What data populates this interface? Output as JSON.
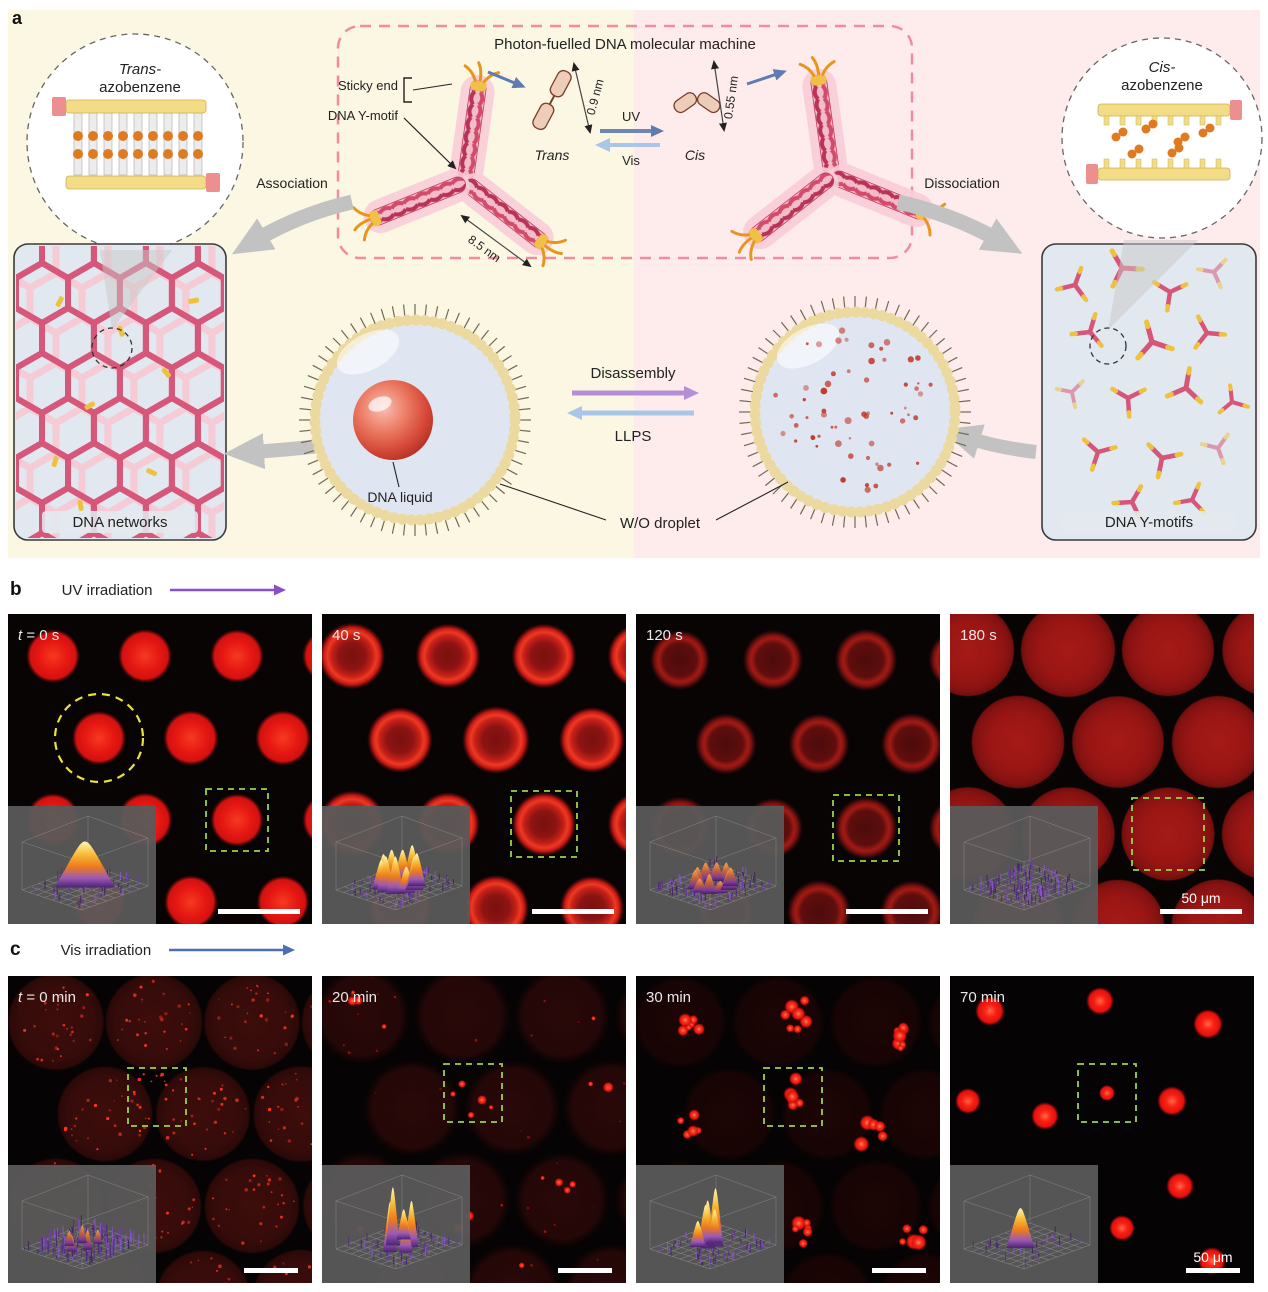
{
  "figure": {
    "panel_a_label": "a",
    "panel_b_label": "b",
    "panel_c_label": "c"
  },
  "panel_a": {
    "machine_title": "Photon-fuelled DNA molecular machine",
    "sticky_end": "Sticky end",
    "dna_y_motif": "DNA Y-motif",
    "trans": "Trans",
    "cis": "Cis",
    "uv": "UV",
    "vis": "Vis",
    "dim_trans": "0.9 nm",
    "dim_cis": "0.55 nm",
    "dim_arm": "8.5 nm",
    "association": "Association",
    "dissociation": "Dissociation",
    "trans_prefix": "Trans-",
    "cis_prefix": "Cis-",
    "azobenzene": "azobenzene",
    "dna_networks": "DNA networks",
    "dna_y_motifs": "DNA Y-motifs",
    "dna_liquid": "DNA liquid",
    "wo_droplet": "W/O droplet",
    "disassembly": "Disassembly",
    "llps": "LLPS"
  },
  "panel_b": {
    "header": "UV irradiation",
    "scale_bar": "50 μm",
    "frames": [
      {
        "t_italic": "t",
        "label": " = 0 s"
      },
      {
        "t_italic": "",
        "label": "40 s"
      },
      {
        "t_italic": "",
        "label": "120 s"
      },
      {
        "t_italic": "",
        "label": "180 s"
      }
    ]
  },
  "panel_c": {
    "header": "Vis irradiation",
    "scale_bar": "50 μm",
    "frames": [
      {
        "t_italic": "t",
        "label": " = 0 min"
      },
      {
        "t_italic": "",
        "label": "20 min"
      },
      {
        "t_italic": "",
        "label": "30 min"
      },
      {
        "t_italic": "",
        "label": "70 min"
      }
    ]
  }
}
